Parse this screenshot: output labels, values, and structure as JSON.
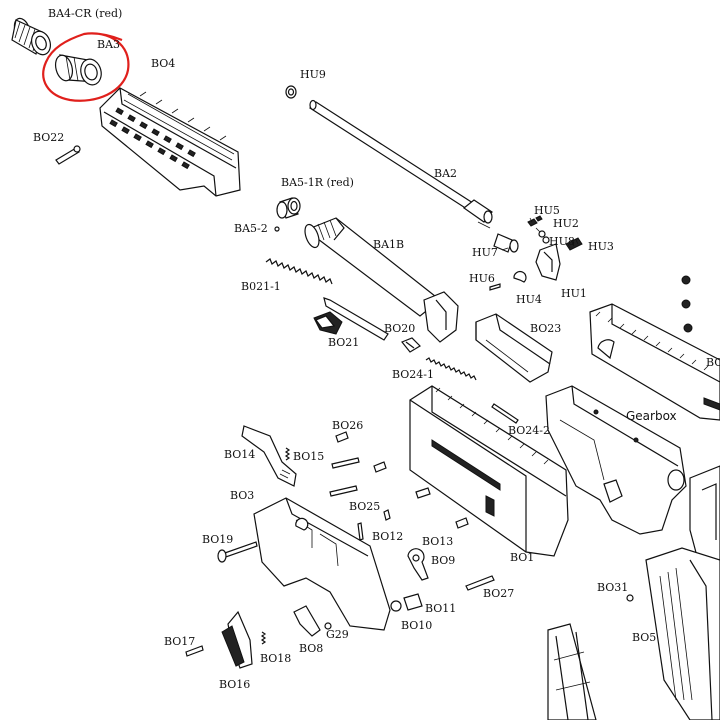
{
  "labels": {
    "BA4_CR": "BA4-CR (red)",
    "BA3": "BA3",
    "BO4": "BO4",
    "BO22": "BO22",
    "HU9": "HU9",
    "BA2": "BA2",
    "BA5_1R": "BA5-1R (red)",
    "BA5_2": "BA5-2",
    "BA1B": "BA1B",
    "HU5": "HU5",
    "HU2": "HU2",
    "HU8": "HU8",
    "HU3": "HU3",
    "HU7": "HU7",
    "HU6": "HU6",
    "HU4": "HU4",
    "HU1": "HU1",
    "B021_1": "B021-1",
    "BO20": "BO20",
    "BO21": "BO21",
    "BO23": "BO23",
    "BO24_1": "BO24-1",
    "BO24_2": "BO24-2",
    "Gearbox": "Gearbox",
    "BO26": "BO26",
    "BO14": "BO14",
    "BO15": "BO15",
    "BO3": "BO3",
    "BO25": "BO25",
    "BO12": "BO12",
    "BO13": "BO13",
    "BO9": "BO9",
    "BO1": "BO1",
    "BO19": "BO19",
    "BO27": "BO27",
    "BO11": "BO11",
    "BO10": "BO10",
    "G29": "G29",
    "BO8": "BO8",
    "BO18": "BO18",
    "BO17": "BO17",
    "BO16": "BO16",
    "BO31": "BO31",
    "BO5": "BO5",
    "BO_edge": "BO"
  },
  "colors": {
    "highlight_circle": "#e0201c",
    "ink": "#111111"
  }
}
